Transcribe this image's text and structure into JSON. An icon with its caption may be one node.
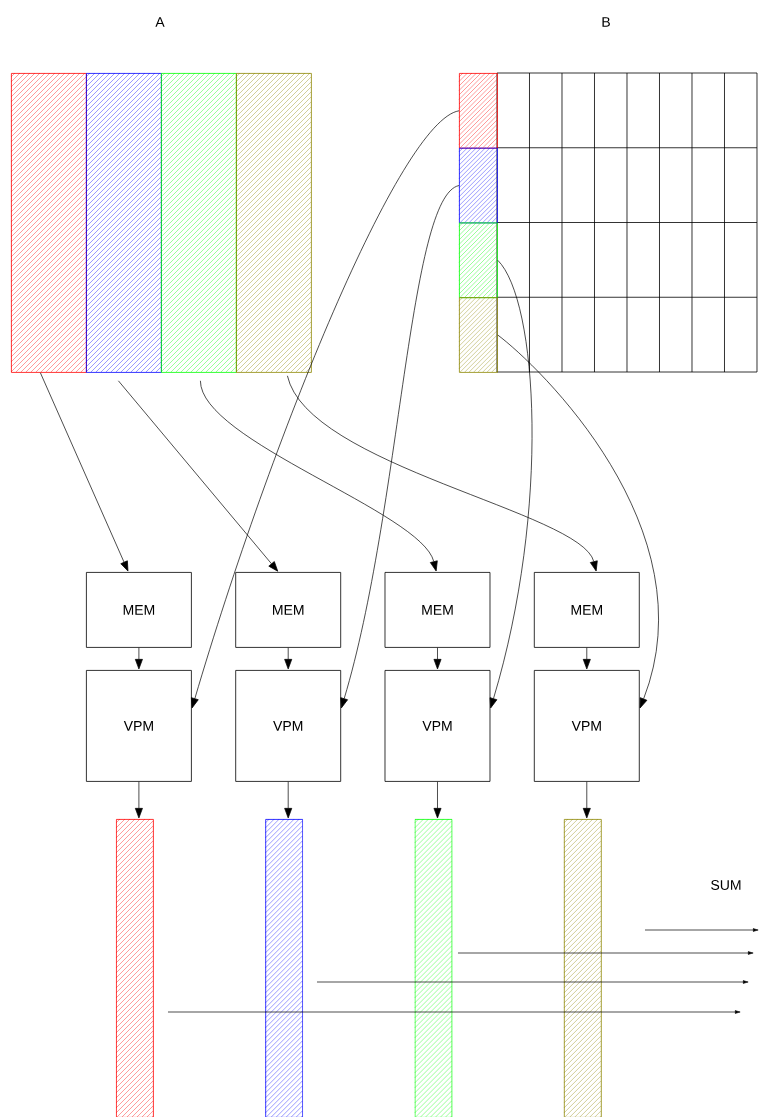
{
  "diagram": {
    "nodes": [
      {
        "text": [],
        "shape": "bar"
      },
      {
        "text": [],
        "shape": "bar"
      },
      {
        "text": [],
        "shape": "bar"
      },
      {
        "text": [],
        "shape": "bar"
      },
      {
        "text": [],
        "shape": "box"
      },
      {
        "text": [],
        "shape": "box"
      },
      {
        "text": [],
        "shape": "box"
      },
      {
        "text": [],
        "shape": "box"
      },
      {
        "text": [
          "MEM"
        ]
      },
      {
        "text": [
          "MEM"
        ]
      },
      {
        "text": [
          "MEM"
        ]
      },
      {
        "text": [
          "MEM"
        ]
      },
      {
        "text": [
          "VPM"
        ]
      },
      {
        "text": [
          "VPM"
        ]
      },
      {
        "text": [
          "VPM"
        ]
      },
      {
        "text": [
          "VPM"
        ]
      },
      {
        "text": [],
        "shape": "bar"
      },
      {
        "text": [],
        "shape": "bar"
      },
      {
        "text": [],
        "shape": "bar"
      },
      {
        "text": [],
        "shape": "bar"
      }
    ],
    "edges": [
      {
        "from": 0,
        "to": 8,
        "arrow": "to"
      },
      {
        "from": 1,
        "to": 9,
        "arrow": "to"
      },
      {
        "from": 2,
        "to": 10,
        "arrow": "to"
      },
      {
        "from": 3,
        "to": 11,
        "arrow": "to"
      },
      {
        "from": 4,
        "to": 12,
        "arrow": "to"
      },
      {
        "from": 5,
        "to": 13,
        "arrow": "to"
      },
      {
        "from": 6,
        "to": 14,
        "arrow": "to"
      },
      {
        "from": 7,
        "to": 15,
        "arrow": "to"
      },
      {
        "from": 8,
        "to": 12,
        "arrow": "to"
      },
      {
        "from": 9,
        "to": 13,
        "arrow": "to"
      },
      {
        "from": 10,
        "to": 14,
        "arrow": "to"
      },
      {
        "from": 11,
        "to": 15,
        "arrow": "to"
      },
      {
        "from": 12,
        "to": 16,
        "arrow": "to"
      },
      {
        "from": 13,
        "to": 17,
        "arrow": "to"
      },
      {
        "from": 14,
        "to": 18,
        "arrow": "to"
      },
      {
        "from": 15,
        "to": 19,
        "arrow": "to"
      }
    ],
    "labels": [
      "A",
      "B",
      "SUM"
    ]
  }
}
